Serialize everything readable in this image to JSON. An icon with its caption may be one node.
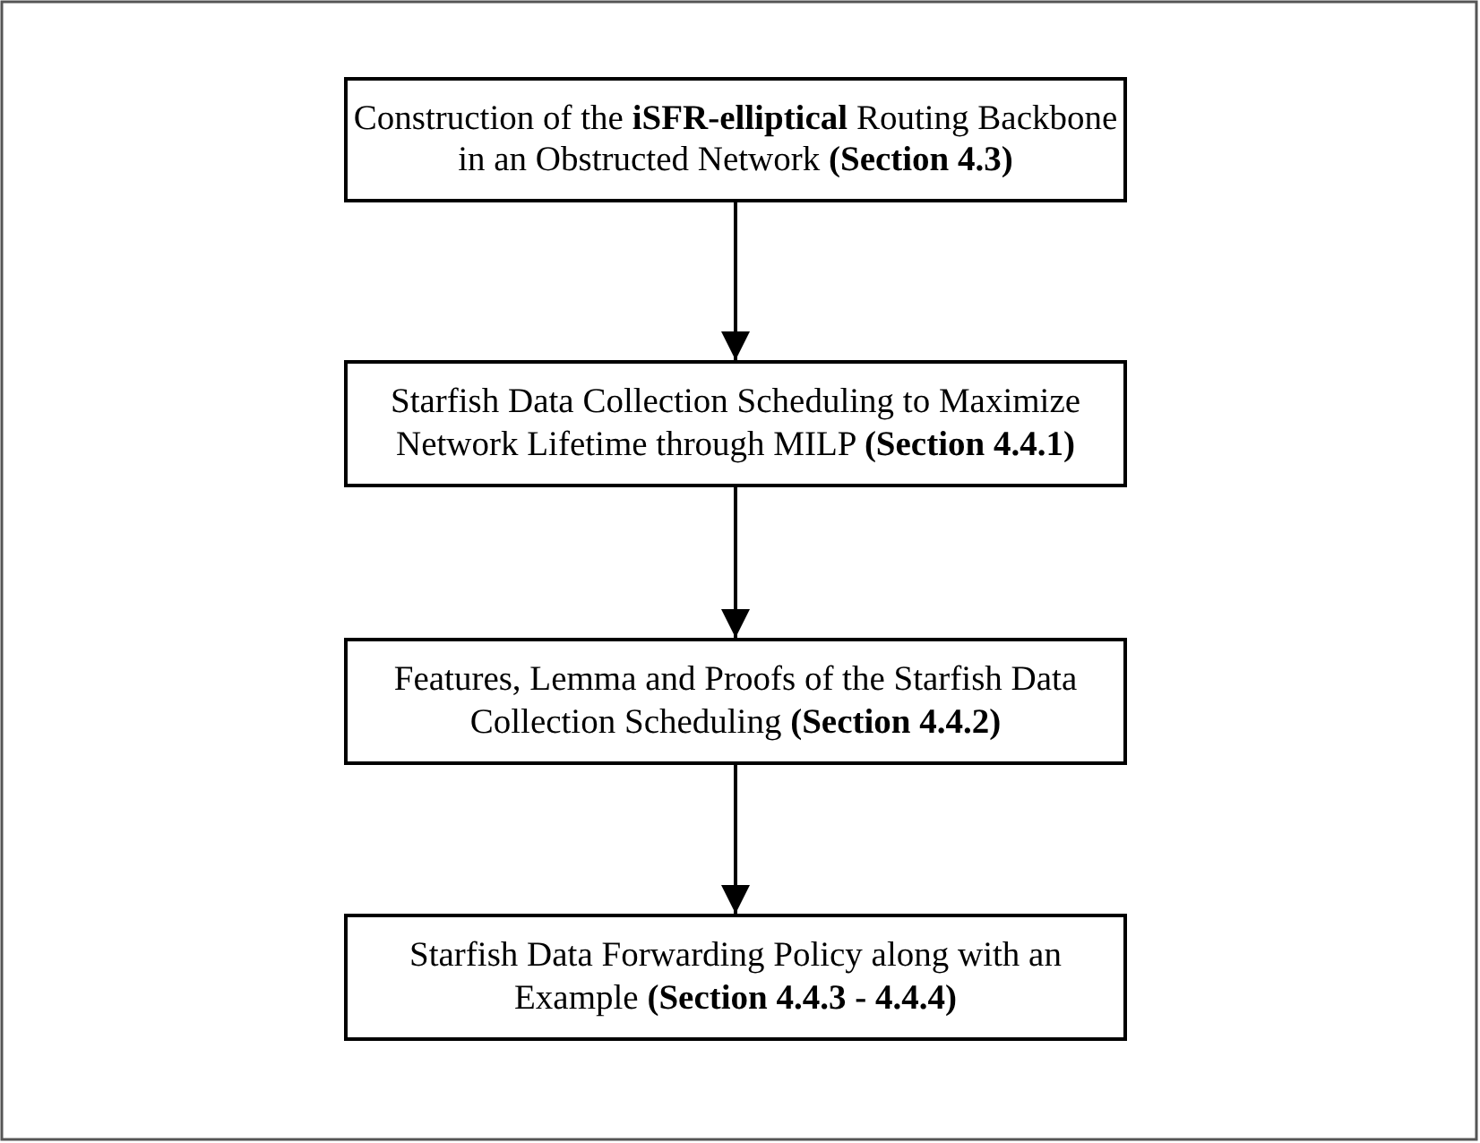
{
  "diagram": {
    "nodes": [
      {
        "text": [
          "Construction of the **iSFR-elliptical** Routing Backbone in an Obstructed Network **(Section 4.3)**"
        ]
      },
      {
        "text": [
          "Starfish Data Collection Scheduling to Maximize Network Lifetime through MILP **(Section 4.4.1)**"
        ]
      },
      {
        "text": [
          "Features, Lemma and Proofs of the Starfish Data Collection Scheduling **(Section 4.4.2)**"
        ]
      },
      {
        "text": [
          "Starfish Data Forwarding Policy along with an Example **(Section 4.4.3 - 4.4.4)**"
        ]
      }
    ],
    "edges": [
      {
        "from": 0,
        "to": 1,
        "arrow": "to"
      },
      {
        "from": 1,
        "to": 2,
        "arrow": "to"
      },
      {
        "from": 2,
        "to": 3,
        "arrow": "to"
      }
    ]
  }
}
